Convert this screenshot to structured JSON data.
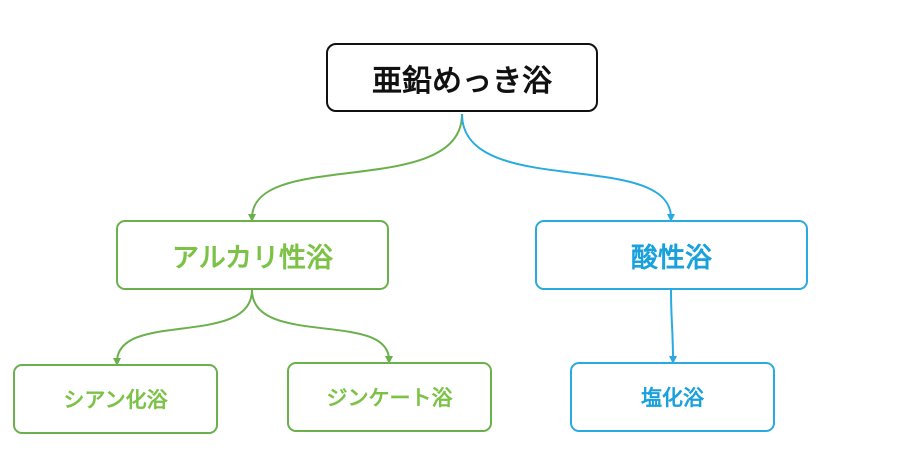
{
  "diagram": {
    "root": {
      "label": "亜鉛めっき浴"
    },
    "alkaline": {
      "label": "アルカリ性浴"
    },
    "acidic": {
      "label": "酸性浴"
    },
    "cyanide": {
      "label": "シアン化浴"
    },
    "zincate": {
      "label": "ジンケート浴"
    },
    "chloride": {
      "label": "塩化浴"
    }
  },
  "colors": {
    "root": "#111111",
    "alkaline_branch": "#6ab04c",
    "alkaline_text": "#7cc246",
    "acidic_branch": "#29abe2",
    "acidic_text": "#1aa1dc"
  }
}
